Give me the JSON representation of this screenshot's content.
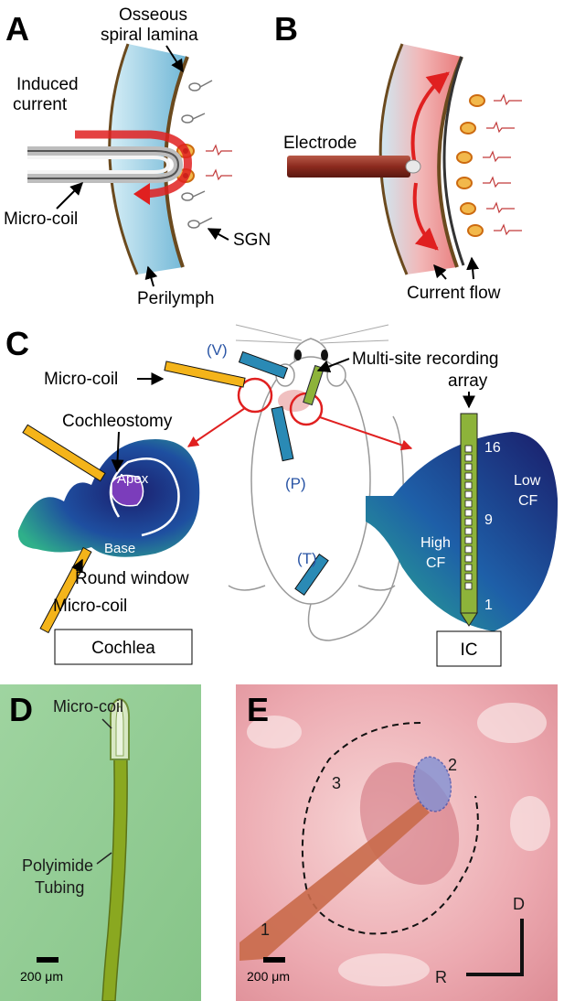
{
  "panels": {
    "A": {
      "letter": "A",
      "osseous_label": "Osseous",
      "osseous_label2": "spiral lamina",
      "induced_label": "Induced",
      "induced_label2": "current",
      "microcoil_label": "Micro-coil",
      "sgn_label": "SGN",
      "perilymph_label": "Perilymph"
    },
    "B": {
      "letter": "B",
      "electrode_label": "Electrode",
      "current_flow_label": "Current flow"
    },
    "C": {
      "letter": "C",
      "microcoil_top_label": "Micro-coil",
      "cochleostomy_label": "Cochleostomy",
      "apex_label": "Apex",
      "base_label": "Base",
      "round_window_label": "Round window",
      "microcoil_bottom_label": "Micro-coil",
      "cochlea_box_label": "Cochlea",
      "v_label": "(V)",
      "p_label": "(P)",
      "t_label": "(T)",
      "multisite_label": "Multi-site recording",
      "multisite_label2": "array",
      "channel_16": "16",
      "channel_9": "9",
      "channel_1": "1",
      "low_cf_label": "Low",
      "low_cf_label2": "CF",
      "high_cf_label": "High",
      "high_cf_label2": "CF",
      "ic_box_label": "IC"
    },
    "D": {
      "letter": "D",
      "microcoil_label": "Micro-coil",
      "polyimide_label": "Polyimide",
      "polyimide_label2": "Tubing",
      "scale_label": "200 μm"
    },
    "E": {
      "letter": "E",
      "marker_1": "1",
      "marker_2": "2",
      "marker_3": "3",
      "axis_d": "D",
      "axis_r": "R",
      "scale_label": "200 μm"
    }
  },
  "colors": {
    "perilymph": "#a9d6e8",
    "bone": "#6b4a1e",
    "current_red": "#e02020",
    "coil_orange": "#f4b41a",
    "electrode_brown": "#8b2a1e",
    "probe_green": "#8db33a",
    "ic_dark": "#1c2a78",
    "ic_green": "#2aa58a",
    "photo_green": "#8ecb8f",
    "photo_pink": "#e9a5ad"
  }
}
